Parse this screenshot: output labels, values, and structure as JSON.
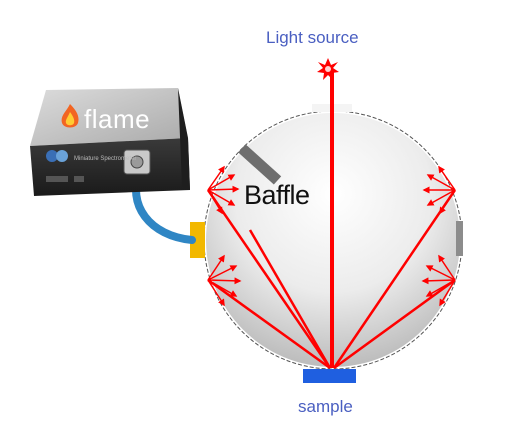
{
  "labels": {
    "light_source": "Light source",
    "sample": "sample",
    "baffle": "Baffle",
    "spectrometer_brand": "flame",
    "spectrometer_subtext": "Miniature Spectrometer"
  },
  "colors": {
    "label_text": "#4a5fc1",
    "rays": "#ff0000",
    "sample_port": "#1f5fe0",
    "detector_port": "#f2b800",
    "right_port": "#8c8c8c",
    "baffle": "#6e6e6e",
    "fiber": "#2f86c4",
    "spectrometer_body": "#2b2b2b"
  },
  "icons": {
    "brand_logo": "flame-icon",
    "light_source": "starburst-icon"
  }
}
